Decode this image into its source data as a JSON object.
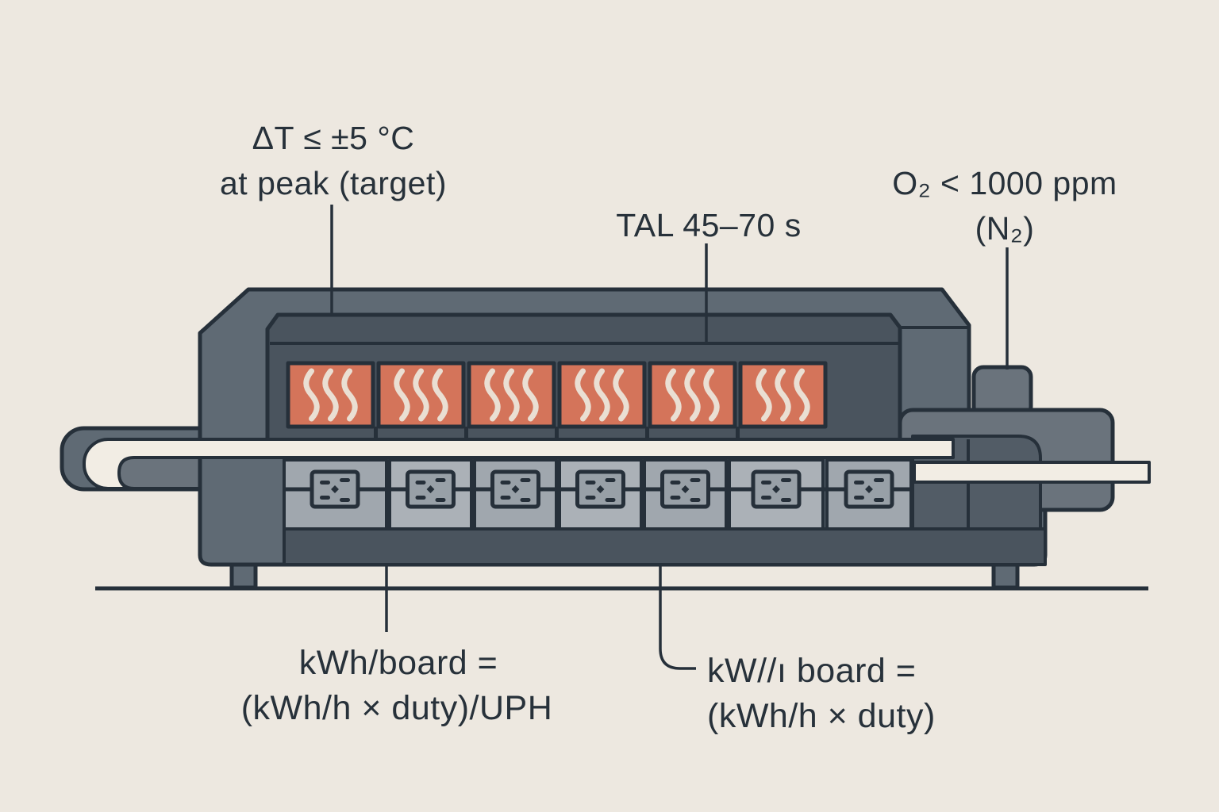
{
  "diagram": {
    "type": "reflow-oven-side-view",
    "heater_zones": 6,
    "board_positions": 7
  },
  "annotations": {
    "delta_t_line1": "ΔT ≤ ±5 °C",
    "delta_t_line2": "at peak (target)",
    "tal": "TAL 45–70 s",
    "o2_line1": "O₂ < 1000 ppm",
    "o2_line2": "(N₂)",
    "kwh_per_board_line1": "kWh/board =",
    "kwh_per_board_line2": "(kWh/h × duty)/UPH",
    "kw_per_board_line1": "kW//ı board =",
    "kw_per_board_line2": "(kWh/h × duty)"
  },
  "colors": {
    "bg": "#EDE8E0",
    "outline": "#26303A",
    "ink": "#27313A",
    "shell": "#5F6A74",
    "shell-light": "#6A737C",
    "lid": "#4A545E",
    "inner": "#525C66",
    "panel-a": "#A0A7AE",
    "panel-b": "#ABB1B7",
    "icon-face": "#98A0A7",
    "heater": "#D4745A",
    "wave": "#EADFD3",
    "belt": "#F2EDE4"
  }
}
